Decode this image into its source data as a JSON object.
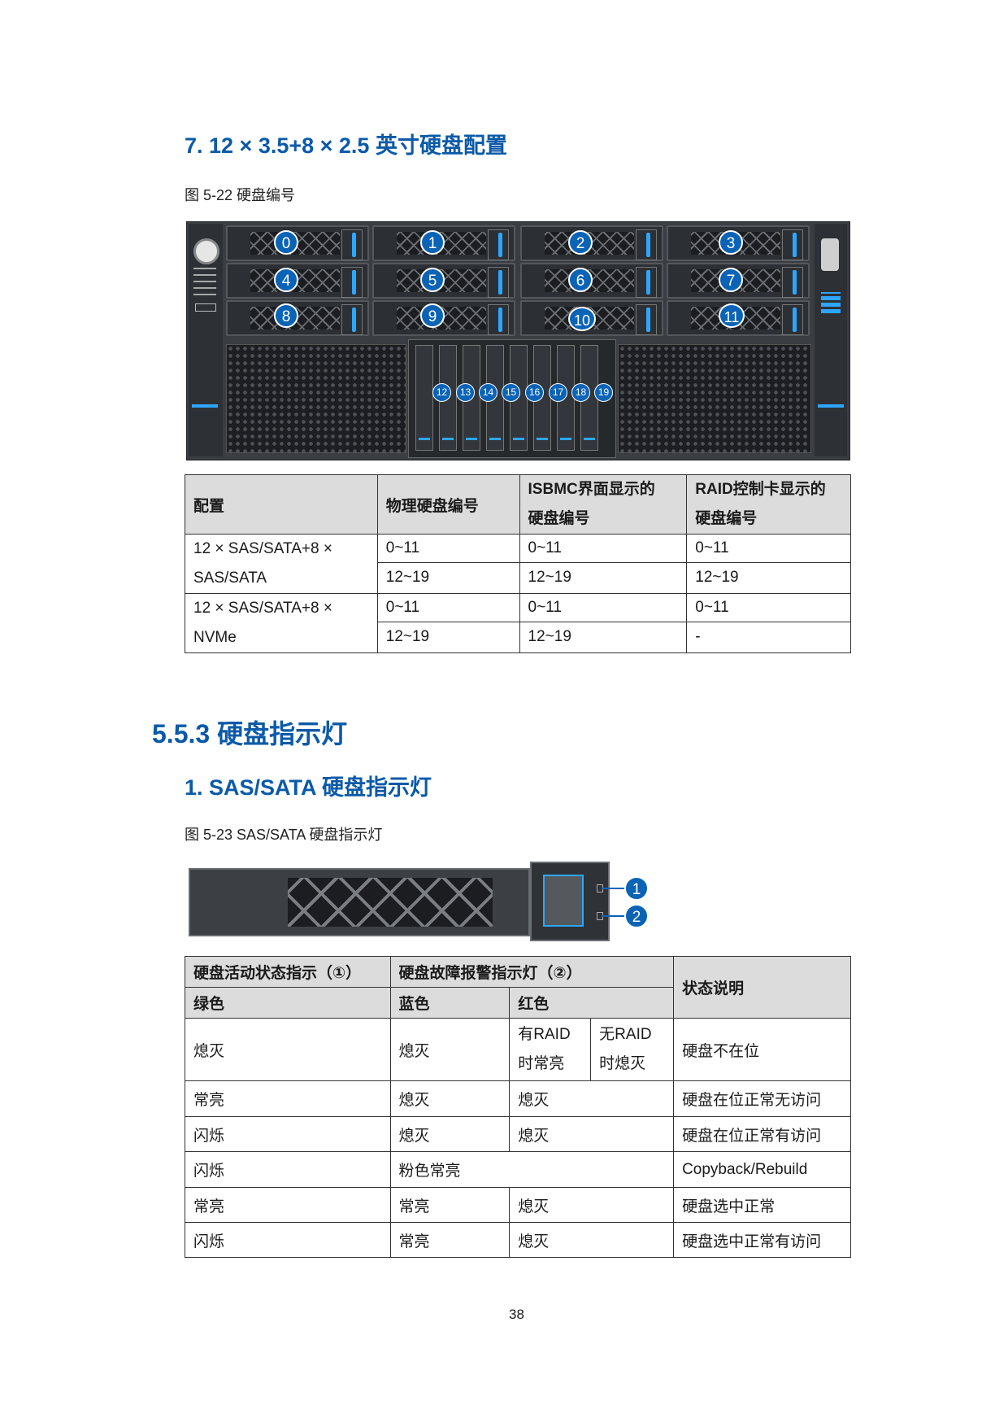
{
  "section_heading": "7. 12 × 3.5+8 × 2.5 英寸硬盘配置",
  "figure1_caption": "图 5-22  硬盘编号",
  "figure1_bay_labels": [
    "0",
    "1",
    "2",
    "3",
    "4",
    "5",
    "6",
    "7",
    "8",
    "9",
    "10",
    "11"
  ],
  "figure1_slim_labels": [
    "12",
    "13",
    "14",
    "15",
    "16",
    "17",
    "18",
    "19"
  ],
  "table1": {
    "headers": {
      "config": "配置",
      "physical": "物理硬盘编号",
      "isbmc_line1": "ISBMC界面显示的",
      "isbmc_line2": "硬盘编号",
      "raid_line1": "RAID控制卡显示的",
      "raid_line2": "硬盘编号"
    },
    "groups": [
      {
        "config_line1": "12 × SAS/SATA+8 ×",
        "config_line2": "SAS/SATA",
        "rows": [
          [
            "0~11",
            "0~11",
            "0~11"
          ],
          [
            "12~19",
            "12~19",
            "12~19"
          ]
        ]
      },
      {
        "config_line1": "12 × SAS/SATA+8 ×",
        "config_line2": "NVMe",
        "rows": [
          [
            "0~11",
            "0~11",
            "0~11"
          ],
          [
            "12~19",
            "12~19",
            "-"
          ]
        ]
      }
    ]
  },
  "chapter_heading": "5.5.3 硬盘指示灯",
  "sub_heading": "1. SAS/SATA 硬盘指示灯",
  "figure2_caption": "图 5-23 SAS/SATA 硬盘指示灯",
  "figure2_callouts": [
    "1",
    "2"
  ],
  "table2": {
    "header": {
      "activity": "硬盘活动状态指示（①）",
      "fault": "硬盘故障报警指示灯（②）",
      "desc": "状态说明",
      "green": "绿色",
      "blue": "蓝色",
      "red": "红色"
    },
    "row1": {
      "green": "熄灭",
      "blue": "熄灭",
      "red_a_line1": "有RAID",
      "red_a_line2": "时常亮",
      "red_b_line1": "无RAID",
      "red_b_line2": "时熄灭",
      "desc": "硬盘不在位"
    },
    "rows": [
      {
        "green": "常亮",
        "blue": "熄灭",
        "red": "熄灭",
        "desc": "硬盘在位正常无访问"
      },
      {
        "green": "闪烁",
        "blue": "熄灭",
        "red": "熄灭",
        "desc": "硬盘在位正常有访问"
      }
    ],
    "merged_row": {
      "green": "闪烁",
      "bluered": "粉色常亮",
      "desc": "Copyback/Rebuild"
    },
    "rows_tail": [
      {
        "green": "常亮",
        "blue": "常亮",
        "red": "熄灭",
        "desc": "硬盘选中正常"
      },
      {
        "green": "闪烁",
        "blue": "常亮",
        "red": "熄灭",
        "desc": "硬盘选中正常有访问"
      }
    ]
  },
  "page_number": "38"
}
